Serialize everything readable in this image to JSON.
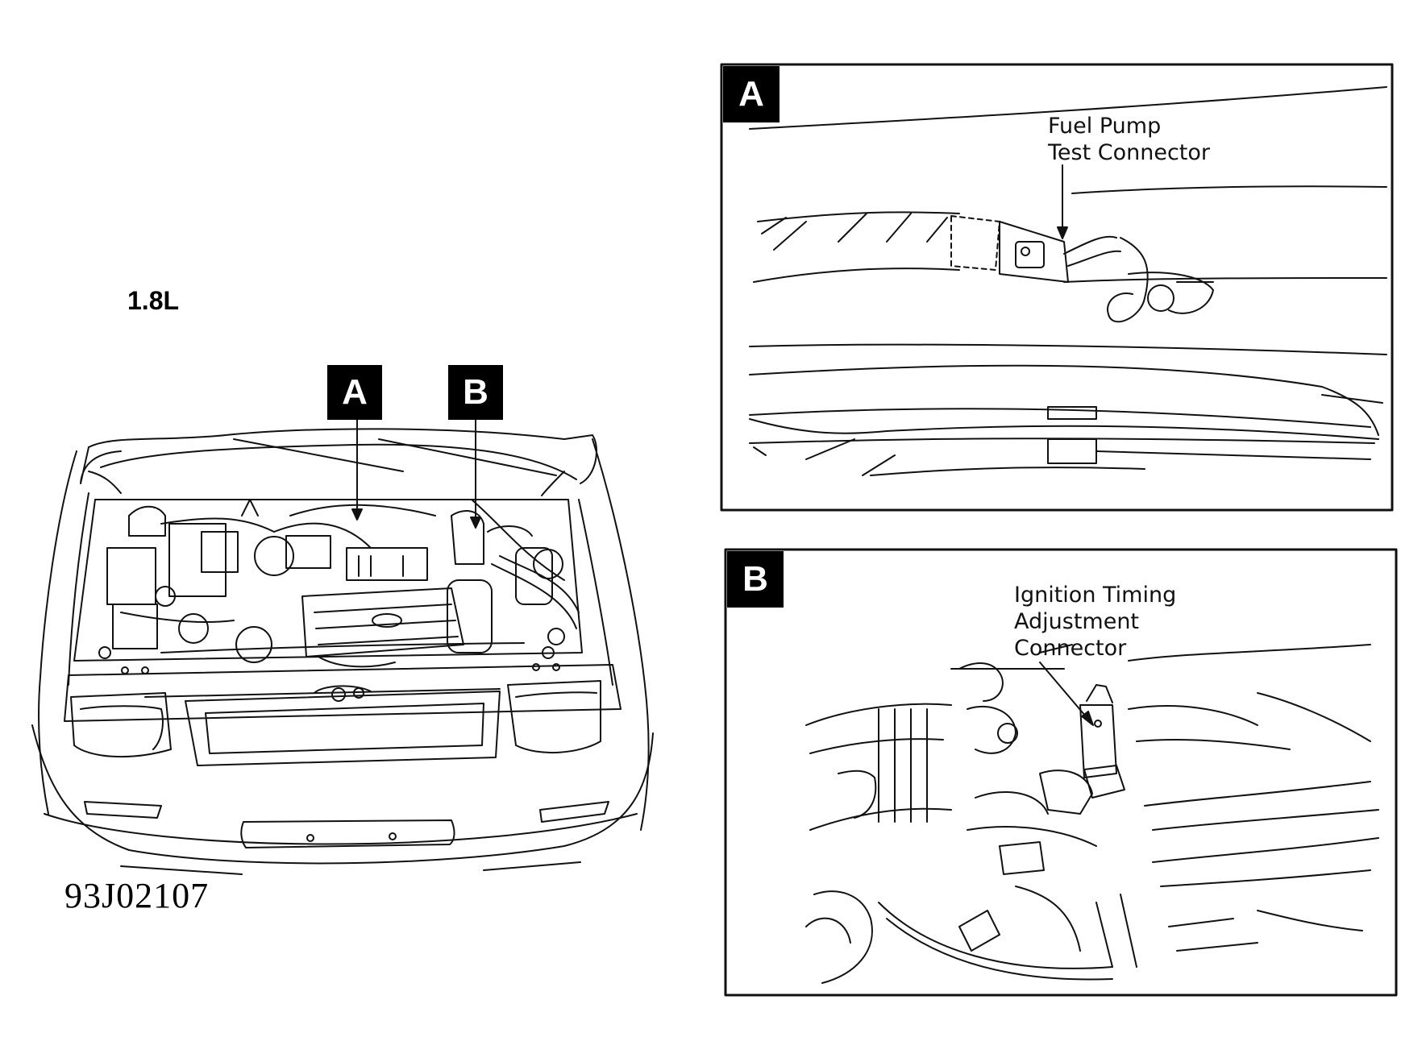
{
  "engine_label": "1.8L",
  "figure_id": "93J02107",
  "overview": {
    "marker_a": "A",
    "marker_b": "B"
  },
  "panel_a": {
    "tag": "A",
    "callout_line1": "Fuel Pump",
    "callout_line2": "Test Connector"
  },
  "panel_b": {
    "tag": "B",
    "callout_line1": "Ignition Timing",
    "callout_line2": "Adjustment",
    "callout_line3": "Connector"
  },
  "colors": {
    "ink": "#000000",
    "paper": "#ffffff"
  }
}
